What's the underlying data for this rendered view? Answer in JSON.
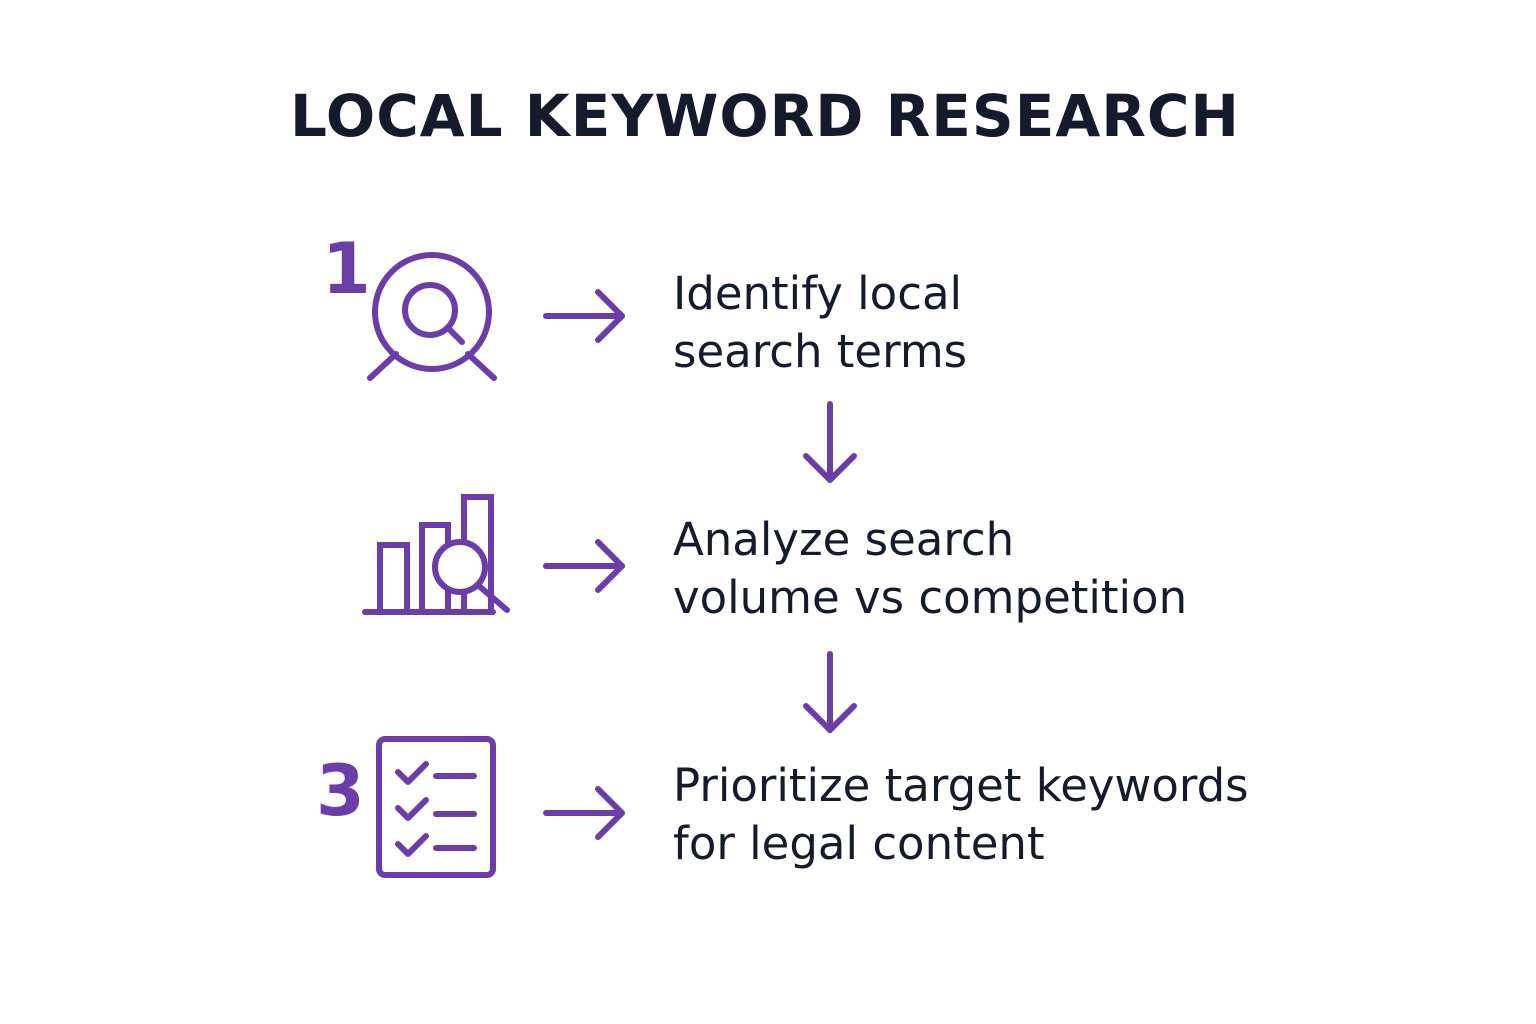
{
  "title": "LOCAL KEYWORD RESEARCH",
  "accent_color": "#6a3ea8",
  "text_color": "#151b2b",
  "steps": [
    {
      "number": "1",
      "icon": "search-target-icon",
      "lines": [
        "Identify local",
        "search terms"
      ]
    },
    {
      "number": "",
      "icon": "bar-chart-magnifier-icon",
      "lines": [
        "Analyze search",
        "volume vs competition"
      ]
    },
    {
      "number": "3",
      "icon": "checklist-icon",
      "lines": [
        "Prioritize target keywords",
        "for legal content"
      ]
    }
  ]
}
